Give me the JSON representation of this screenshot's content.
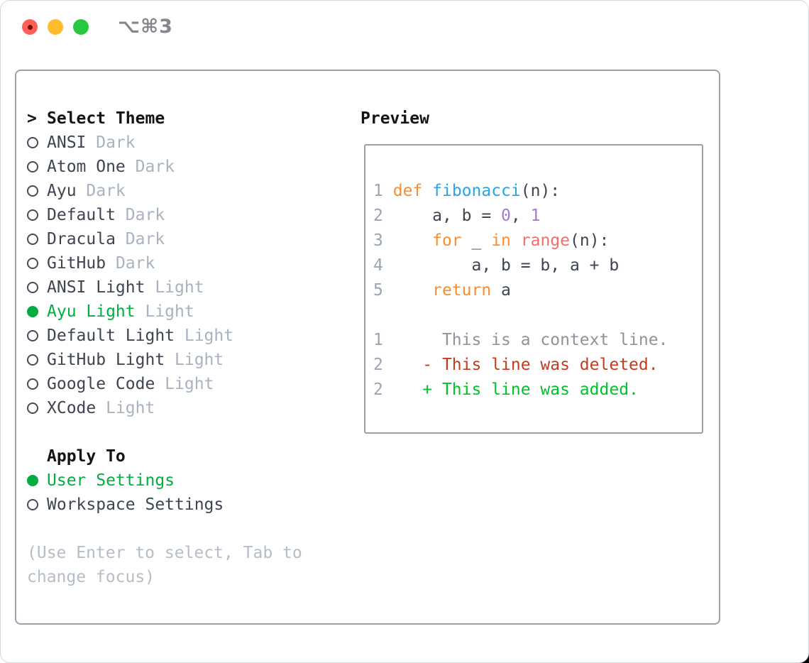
{
  "window": {
    "title": "⌥⌘3",
    "traffic_lights": [
      "close",
      "minimize",
      "zoom"
    ]
  },
  "theme_panel": {
    "select_header": {
      "prompt": ">",
      "label": "Select Theme"
    },
    "themes": [
      {
        "name": "ANSI",
        "variant": "Dark",
        "selected": false
      },
      {
        "name": "Atom One",
        "variant": "Dark",
        "selected": false
      },
      {
        "name": "Ayu",
        "variant": "Dark",
        "selected": false
      },
      {
        "name": "Default",
        "variant": "Dark",
        "selected": false
      },
      {
        "name": "Dracula",
        "variant": "Dark",
        "selected": false
      },
      {
        "name": "GitHub",
        "variant": "Dark",
        "selected": false
      },
      {
        "name": "ANSI Light",
        "variant": "Light",
        "selected": false
      },
      {
        "name": "Ayu Light",
        "variant": "Light",
        "selected": true
      },
      {
        "name": "Default Light",
        "variant": "Light",
        "selected": false
      },
      {
        "name": "GitHub Light",
        "variant": "Light",
        "selected": false
      },
      {
        "name": "Google Code",
        "variant": "Light",
        "selected": false
      },
      {
        "name": "XCode",
        "variant": "Light",
        "selected": false
      }
    ],
    "apply_to": {
      "label": "Apply To",
      "options": [
        {
          "label": "User Settings",
          "selected": true
        },
        {
          "label": "Workspace Settings",
          "selected": false
        }
      ]
    },
    "help": [
      "(Use Enter to select, Tab to",
      "change focus)"
    ]
  },
  "preview": {
    "title": "Preview",
    "lines": [
      [
        [
          "ln",
          "1"
        ],
        [
          "fg",
          " "
        ],
        [
          "kw",
          "def"
        ],
        [
          "fg",
          " "
        ],
        [
          "fn",
          "fibonacci"
        ],
        [
          "fg",
          "(n):"
        ]
      ],
      [
        [
          "ln",
          "2"
        ],
        [
          "fg",
          "     a, b = "
        ],
        [
          "num",
          "0"
        ],
        [
          "fg",
          ", "
        ],
        [
          "num",
          "1"
        ]
      ],
      [
        [
          "ln",
          "3"
        ],
        [
          "fg",
          "     "
        ],
        [
          "kw",
          "for"
        ],
        [
          "fg",
          " _ "
        ],
        [
          "kw",
          "in"
        ],
        [
          "fg",
          " "
        ],
        [
          "call",
          "range"
        ],
        [
          "fg",
          "(n):"
        ]
      ],
      [
        [
          "ln",
          "4"
        ],
        [
          "fg",
          "         a, b = b, a + b"
        ]
      ],
      [
        [
          "ln",
          "5"
        ],
        [
          "fg",
          "     "
        ],
        [
          "kw",
          "return"
        ],
        [
          "fg",
          " a"
        ]
      ],
      [
        [
          "fg",
          ""
        ]
      ],
      [
        [
          "ln",
          "1"
        ],
        [
          "ctx",
          "      This is a context line."
        ]
      ],
      [
        [
          "ln",
          "2"
        ],
        [
          "del",
          "    - This line was deleted."
        ]
      ],
      [
        [
          "ln",
          "2"
        ],
        [
          "add",
          "    + This line was added."
        ]
      ]
    ]
  },
  "colors": {
    "selection_green": "#00ae41",
    "added_green": "#00c22a",
    "deleted_red": "#c43c20",
    "keyword_orange": "#fb8d31",
    "function_blue": "#29a3e9",
    "builtin_coral": "#f56d6d",
    "number_purple": "#a37ad2",
    "line_number_gray": "#9aa4b2",
    "text_dark": "#3e4450",
    "secondary_gray": "#a9b2bf",
    "help_gray": "#b5bdc7",
    "traffic_red": "#ff5f57",
    "traffic_yellow": "#febc2e",
    "traffic_green": "#28c840"
  }
}
